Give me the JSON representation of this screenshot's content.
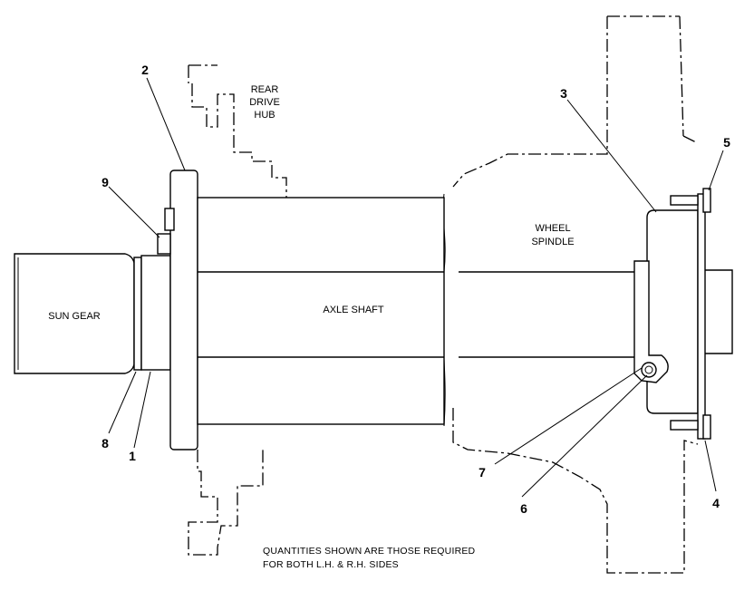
{
  "labels": {
    "rear_drive_hub": [
      "REAR",
      "DRIVE",
      "HUB"
    ],
    "wheel_spindle": [
      "WHEEL",
      "SPINDLE"
    ],
    "sun_gear": "SUN GEAR",
    "axle_shaft": "AXLE SHAFT"
  },
  "callouts": [
    "1",
    "2",
    "3",
    "4",
    "5",
    "6",
    "7",
    "8",
    "9"
  ],
  "note": [
    "QUANTITIES SHOWN ARE THOSE REQUIRED",
    "FOR BOTH L.H. & R.H. SIDES"
  ]
}
